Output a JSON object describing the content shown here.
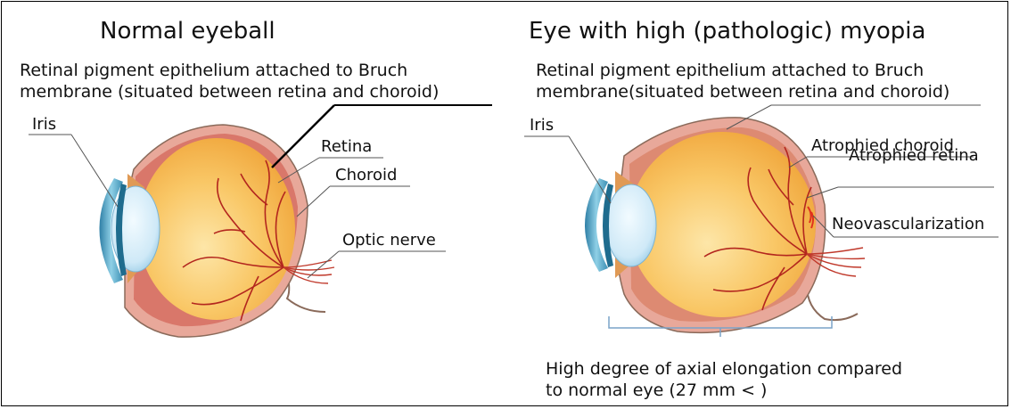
{
  "left": {
    "title": "Normal eyeball",
    "description_line1": "Retinal pigment epithelium attached to Bruch",
    "description_line2": "membrane (situated between retina and choroid)",
    "labels": {
      "iris": "Iris",
      "retina": "Retina",
      "choroid": "Choroid",
      "optic_nerve": "Optic nerve"
    }
  },
  "right": {
    "title": "Eye with high (pathologic) myopia",
    "description_line1": "Retinal pigment epithelium attached to Bruch",
    "description_line2": "membrane(situated between retina and choroid)",
    "labels": {
      "iris": "Iris",
      "atrophied_choroid": "Atrophied choroid",
      "atrophied_retina": "Atrophied retina",
      "neovascularization": "Neovascularization"
    },
    "caption_line1": "High degree of axial elongation compared",
    "caption_line2": "to normal eye (27 mm < )"
  },
  "colors": {
    "sclera": "#e8a89a",
    "choroid": "#d9776a",
    "vitreous": "#f6b44a",
    "vitreous_light": "#fde6a8",
    "lens": "#cfe9f7",
    "cornea": "#5aa7c7",
    "vessel": "#b3261e",
    "leader_line": "#555555"
  }
}
